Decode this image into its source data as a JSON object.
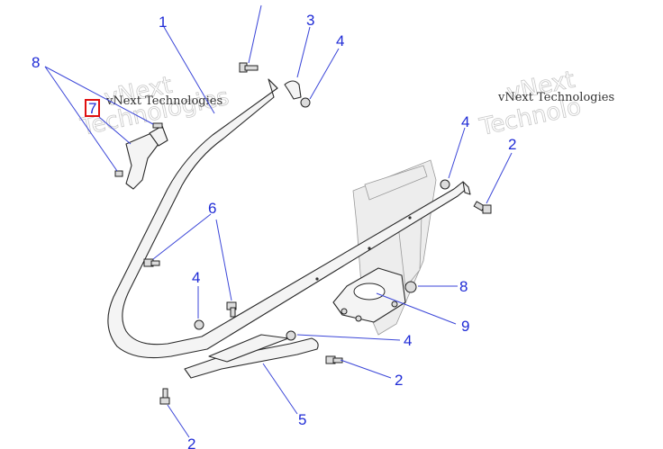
{
  "diagram": {
    "watermark_line": "vNext Technologies",
    "watermark_ghost": [
      "vNext",
      "Technologies",
      "vNext",
      "Technolo"
    ],
    "callouts": [
      {
        "id": "c1",
        "label": "1"
      },
      {
        "id": "c3",
        "label": "3"
      },
      {
        "id": "c4a",
        "label": "4"
      },
      {
        "id": "c8a",
        "label": "8"
      },
      {
        "id": "c7",
        "label": "7",
        "highlighted": true
      },
      {
        "id": "c4b",
        "label": "4"
      },
      {
        "id": "c2a",
        "label": "2"
      },
      {
        "id": "c6",
        "label": "6"
      },
      {
        "id": "c4c",
        "label": "4"
      },
      {
        "id": "c8b",
        "label": "8"
      },
      {
        "id": "c9",
        "label": "9"
      },
      {
        "id": "c4d",
        "label": "4"
      },
      {
        "id": "c2b",
        "label": "2"
      },
      {
        "id": "c5",
        "label": "5"
      },
      {
        "id": "c2c",
        "label": "2"
      }
    ],
    "colors": {
      "callout": "#1f2bd6",
      "highlight": "#e01010"
    }
  }
}
